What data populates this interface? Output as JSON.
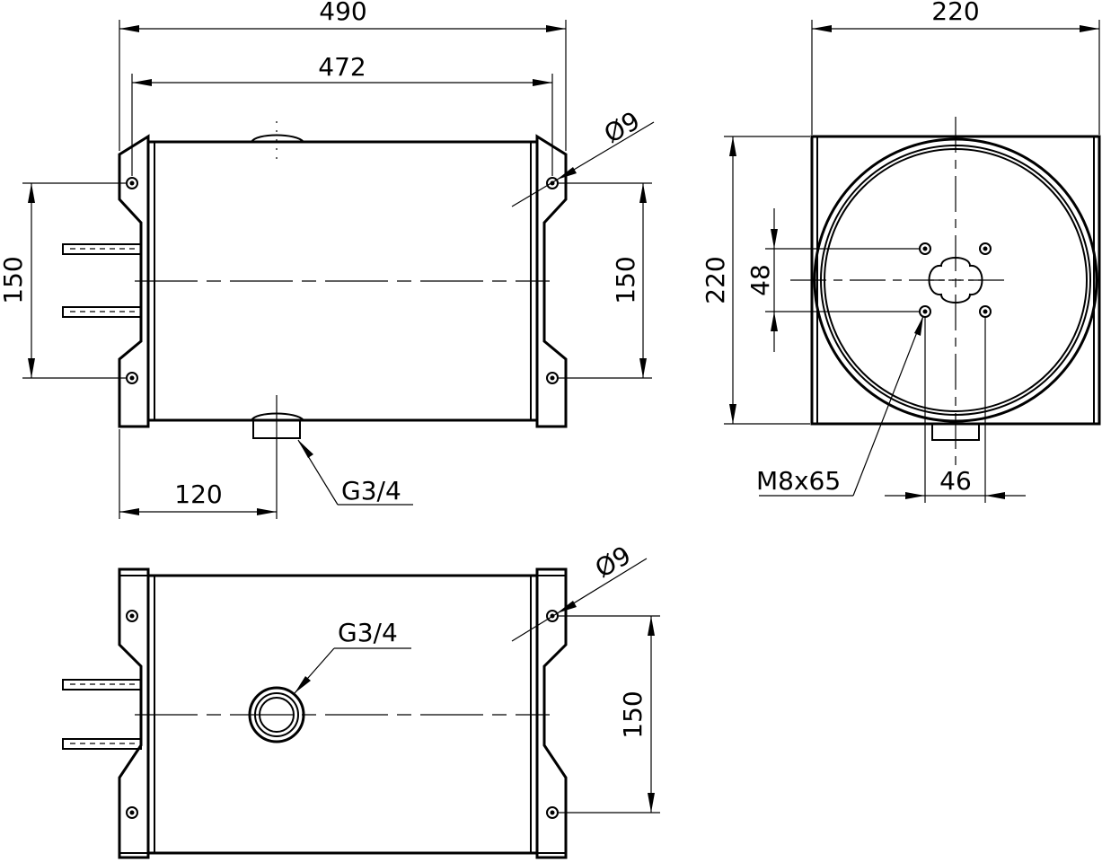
{
  "labels": {
    "front_width_total": "490",
    "front_width_inner": "472",
    "front_left_height": "150",
    "front_right_height": "150",
    "front_offset": "120",
    "front_connection": "G3/4",
    "front_hole": "Ø9",
    "side_width": "220",
    "side_height": "220",
    "side_small_vertical": "48",
    "side_small_horizontal": "46",
    "side_bolt": "M8x65",
    "top_connection": "G3/4",
    "top_hole": "Ø9",
    "top_height": "150"
  }
}
